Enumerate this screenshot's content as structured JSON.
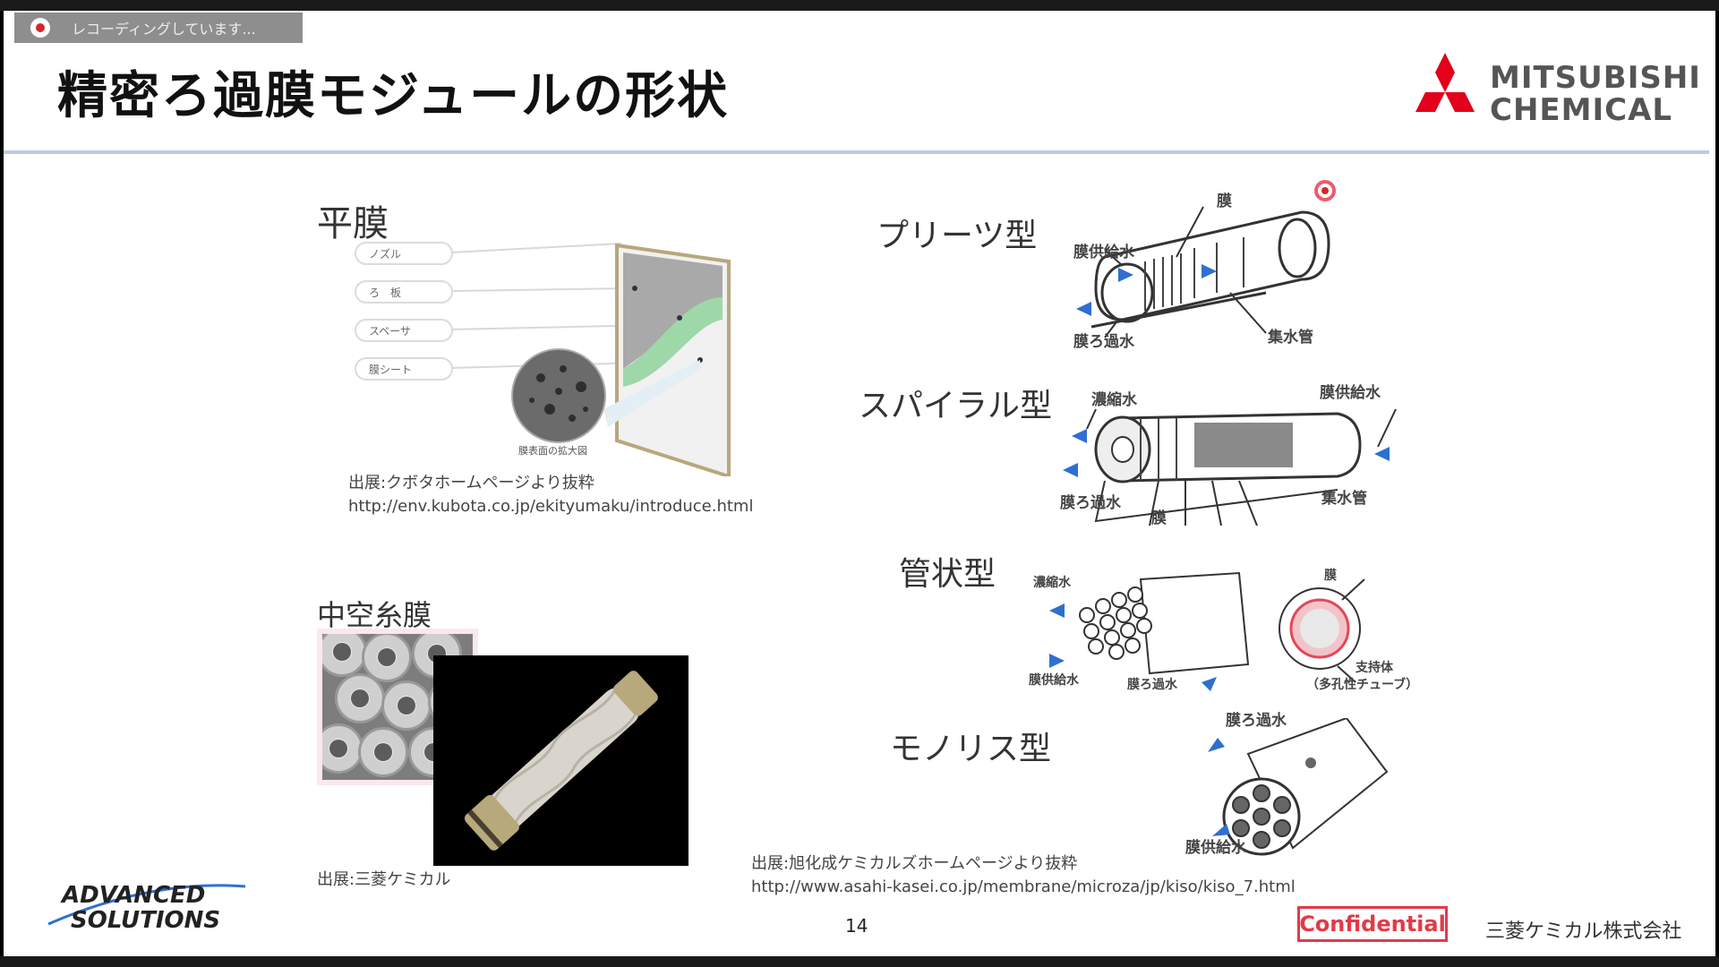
{
  "recording": {
    "status_text": "レコーディングしています..."
  },
  "slide": {
    "title": "精密ろ過膜モジュールの形状",
    "brand_logo": {
      "line1": "MITSUBISHI",
      "line2": "CHEMICAL"
    },
    "flat": {
      "heading": "平膜",
      "callouts": [
        "ノズル",
        "ろ　板",
        "スペーサ",
        "膜シート"
      ],
      "magnified_caption": "膜表面の拡大図",
      "source_line1": "出展:クボタホームページより抜粋",
      "source_line2": "http://env.kubota.co.jp/ekityumaku/introduce.html"
    },
    "hollow": {
      "heading": "中空糸膜",
      "source": "出展:三菱ケミカル"
    },
    "pleats": {
      "heading": "プリーツ型",
      "membrane": "膜",
      "feed": "膜供給水",
      "filtrate": "膜ろ過水",
      "collector": "集水管"
    },
    "spiral": {
      "heading": "スパイラル型",
      "concentrate": "濃縮水",
      "feed": "膜供給水",
      "filtrate": "膜ろ過水",
      "membrane": "膜",
      "collector": "集水管"
    },
    "tubular": {
      "heading": "管状型",
      "concentrate": "濃縮水",
      "feed": "膜供給水",
      "filtrate": "膜ろ過水",
      "membrane": "膜",
      "support": "支持体",
      "support_note": "（多孔性チューブ）"
    },
    "monolith": {
      "heading": "モノリス型",
      "filtrate": "膜ろ過水",
      "feed": "膜供給水"
    },
    "right_source_line1": "出展:旭化成ケミカルズホームページより抜粋",
    "right_source_line2": "http://www.asahi-kasei.co.jp/membrane/microza/jp/kiso/kiso_7.html",
    "page_number": "14",
    "confidential": "Confidential",
    "company": "三菱ケミカル株式会社",
    "footer_logo": {
      "line1": "ADVANCED",
      "line2": "SOLUTIONS"
    }
  },
  "colors": {
    "brand_red": "#e2001a",
    "rule": "#b9cde3",
    "confidential": "#e23a48",
    "arrow_blue": "#2f6fd0"
  }
}
